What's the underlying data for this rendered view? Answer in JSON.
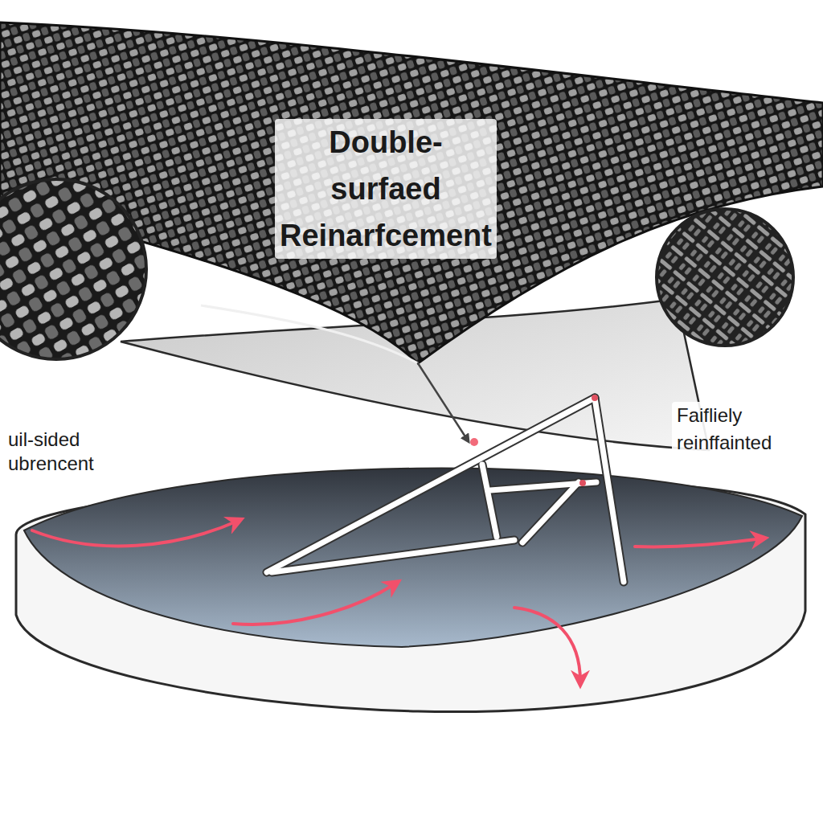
{
  "diagram": {
    "labels": [
      "Double-surfaed Reinarfcement",
      "uil-sided ubrencent",
      "Faifliely reinffainted"
    ]
  }
}
